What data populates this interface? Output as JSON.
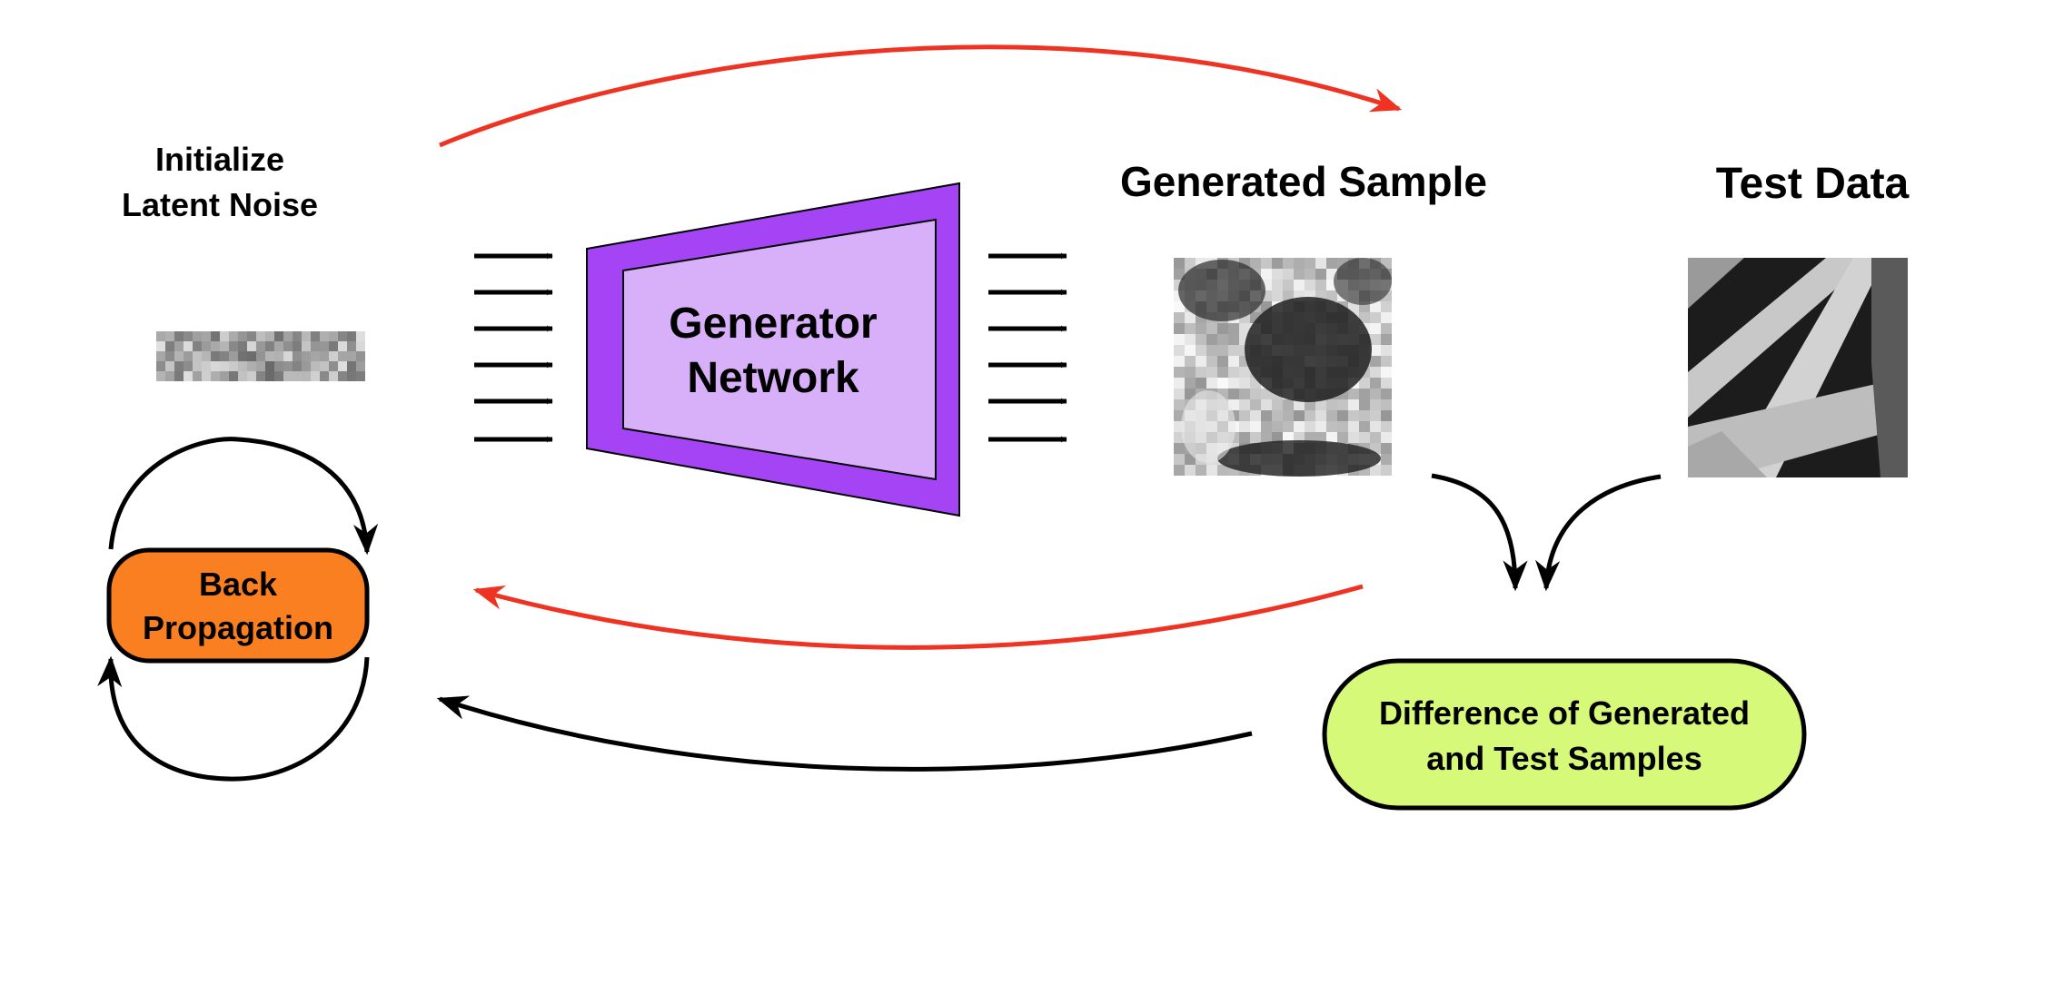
{
  "labels": {
    "init_line1": "Initialize",
    "init_line2": "Latent Noise",
    "generator_line1": "Generator",
    "generator_line2": "Network",
    "generated_sample": "Generated Sample",
    "test_data": "Test Data",
    "backprop_line1": "Back",
    "backprop_line2": "Propagation",
    "difference_line1": "Difference of Generated",
    "difference_line2": "and Test Samples"
  },
  "colors": {
    "red_arrow": "#ee3322",
    "black_arrow": "#000000",
    "generator_outer": "#a444f4",
    "generator_inner": "#d8b0fa",
    "backprop_fill": "#fa7f20",
    "difference_fill": "#d6f97a"
  },
  "images": {
    "latent_noise": "noise-strip",
    "generated_sample": "grayscale-texture",
    "test_data": "grayscale-texture"
  }
}
